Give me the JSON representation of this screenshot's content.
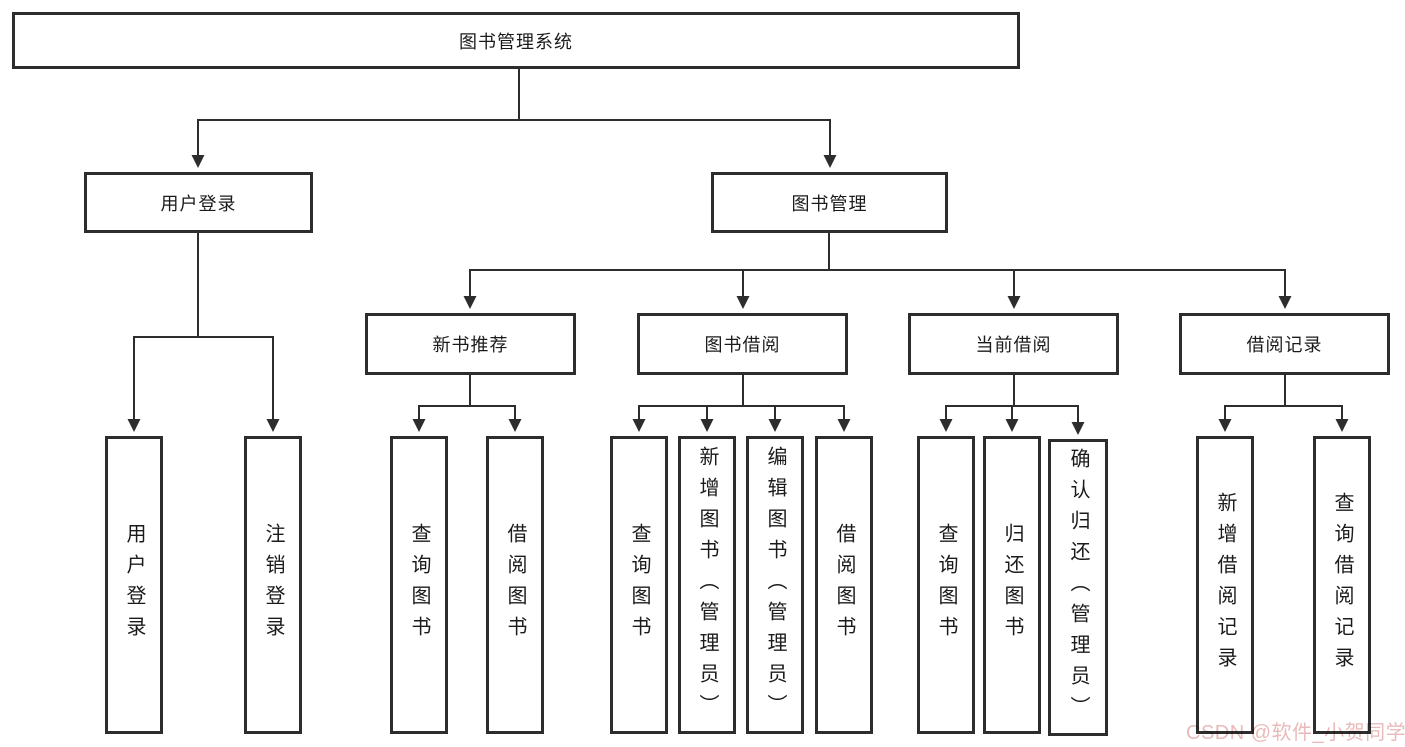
{
  "tree": {
    "label": "图书管理系统",
    "children": [
      {
        "label": "用户登录",
        "children": [
          {
            "label": "用户登录"
          },
          {
            "label": "注销登录"
          }
        ]
      },
      {
        "label": "图书管理",
        "children": [
          {
            "label": "新书推荐",
            "children": [
              {
                "label": "查询图书"
              },
              {
                "label": "借阅图书"
              }
            ]
          },
          {
            "label": "图书借阅",
            "children": [
              {
                "label": "查询图书"
              },
              {
                "label": "新增图书（管理员）"
              },
              {
                "label": "编辑图书（管理员）"
              },
              {
                "label": "借阅图书"
              }
            ]
          },
          {
            "label": "当前借阅",
            "children": [
              {
                "label": "查询图书"
              },
              {
                "label": "归还图书"
              },
              {
                "label": "确认归还（管理员）"
              }
            ]
          },
          {
            "label": "借阅记录",
            "children": [
              {
                "label": "新增借阅记录"
              },
              {
                "label": "查询借阅记录"
              }
            ]
          }
        ]
      }
    ]
  },
  "watermark": {
    "text": "CSDN @软件_小贺同学",
    "color": "#dd8f8f"
  },
  "colors": {
    "line": "#2d2d2d",
    "box_border": "#2d2d2d",
    "text": "#1b1b1b",
    "background": "#ffffff"
  }
}
